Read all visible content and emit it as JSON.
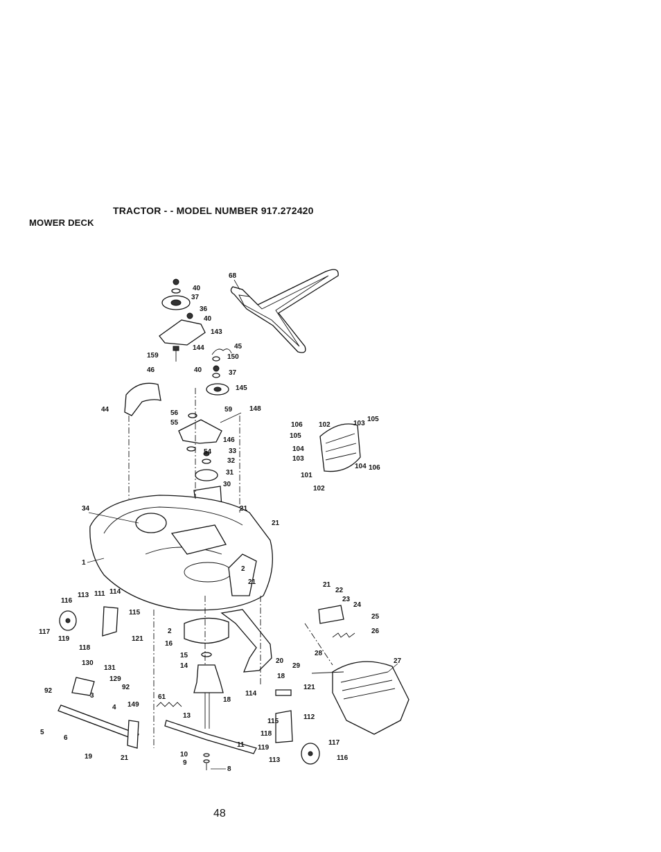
{
  "header": {
    "title": "TRACTOR - - MODEL NUMBER 917.272420",
    "section": "MOWER DECK"
  },
  "page_number": "48",
  "callouts": [
    {
      "id": "c68",
      "label": "68"
    },
    {
      "id": "c40a",
      "label": "40"
    },
    {
      "id": "c37a",
      "label": "37"
    },
    {
      "id": "c36",
      "label": "36"
    },
    {
      "id": "c40b",
      "label": "40"
    },
    {
      "id": "c143",
      "label": "143"
    },
    {
      "id": "c144",
      "label": "144"
    },
    {
      "id": "c45",
      "label": "45"
    },
    {
      "id": "c150",
      "label": "150"
    },
    {
      "id": "c159",
      "label": "159"
    },
    {
      "id": "c46",
      "label": "46"
    },
    {
      "id": "c40c",
      "label": "40"
    },
    {
      "id": "c37b",
      "label": "37"
    },
    {
      "id": "c145",
      "label": "145"
    },
    {
      "id": "c44",
      "label": "44"
    },
    {
      "id": "c56",
      "label": "56"
    },
    {
      "id": "c59",
      "label": "59"
    },
    {
      "id": "c148",
      "label": "148"
    },
    {
      "id": "c55",
      "label": "55"
    },
    {
      "id": "c146",
      "label": "146"
    },
    {
      "id": "c54",
      "label": "54"
    },
    {
      "id": "c33",
      "label": "33"
    },
    {
      "id": "c32",
      "label": "32"
    },
    {
      "id": "c31",
      "label": "31"
    },
    {
      "id": "c30",
      "label": "30"
    },
    {
      "id": "c106a",
      "label": "106"
    },
    {
      "id": "c102a",
      "label": "102"
    },
    {
      "id": "c103a",
      "label": "103"
    },
    {
      "id": "c105a",
      "label": "105"
    },
    {
      "id": "c105b",
      "label": "105"
    },
    {
      "id": "c104a",
      "label": "104"
    },
    {
      "id": "c103b",
      "label": "103"
    },
    {
      "id": "c104b",
      "label": "104"
    },
    {
      "id": "c106b",
      "label": "106"
    },
    {
      "id": "c101",
      "label": "101"
    },
    {
      "id": "c102b",
      "label": "102"
    },
    {
      "id": "c34",
      "label": "34"
    },
    {
      "id": "c21a",
      "label": "21"
    },
    {
      "id": "c21b",
      "label": "21"
    },
    {
      "id": "c1",
      "label": "1"
    },
    {
      "id": "c2a",
      "label": "2"
    },
    {
      "id": "c21c",
      "label": "21"
    },
    {
      "id": "c21d",
      "label": "21"
    },
    {
      "id": "c22",
      "label": "22"
    },
    {
      "id": "c23",
      "label": "23"
    },
    {
      "id": "c24",
      "label": "24"
    },
    {
      "id": "c25",
      "label": "25"
    },
    {
      "id": "c26",
      "label": "26"
    },
    {
      "id": "c116a",
      "label": "116"
    },
    {
      "id": "c113a",
      "label": "113"
    },
    {
      "id": "c111",
      "label": "111"
    },
    {
      "id": "c114a",
      "label": "114"
    },
    {
      "id": "c115a",
      "label": "115"
    },
    {
      "id": "c117a",
      "label": "117"
    },
    {
      "id": "c119a",
      "label": "119"
    },
    {
      "id": "c121a",
      "label": "121"
    },
    {
      "id": "c2b",
      "label": "2"
    },
    {
      "id": "c118a",
      "label": "118"
    },
    {
      "id": "c16",
      "label": "16"
    },
    {
      "id": "c15",
      "label": "15"
    },
    {
      "id": "c20",
      "label": "20"
    },
    {
      "id": "c28",
      "label": "28"
    },
    {
      "id": "c27",
      "label": "27"
    },
    {
      "id": "c29",
      "label": "29"
    },
    {
      "id": "c130",
      "label": "130"
    },
    {
      "id": "c131",
      "label": "131"
    },
    {
      "id": "c14",
      "label": "14"
    },
    {
      "id": "c129",
      "label": "129"
    },
    {
      "id": "c92a",
      "label": "92"
    },
    {
      "id": "c92b",
      "label": "92"
    },
    {
      "id": "c3",
      "label": "3"
    },
    {
      "id": "c18a",
      "label": "18"
    },
    {
      "id": "c18b",
      "label": "18"
    },
    {
      "id": "c114b",
      "label": "114"
    },
    {
      "id": "c121b",
      "label": "121"
    },
    {
      "id": "c61",
      "label": "61"
    },
    {
      "id": "c4",
      "label": "4"
    },
    {
      "id": "c149",
      "label": "149"
    },
    {
      "id": "c5",
      "label": "5"
    },
    {
      "id": "c6",
      "label": "6"
    },
    {
      "id": "c13",
      "label": "13"
    },
    {
      "id": "c115b",
      "label": "115"
    },
    {
      "id": "c112",
      "label": "112"
    },
    {
      "id": "c118b",
      "label": "118"
    },
    {
      "id": "c11",
      "label": "11"
    },
    {
      "id": "c117b",
      "label": "117"
    },
    {
      "id": "c119b",
      "label": "119"
    },
    {
      "id": "c19",
      "label": "19"
    },
    {
      "id": "c21e",
      "label": "21"
    },
    {
      "id": "c10",
      "label": "10"
    },
    {
      "id": "c9",
      "label": "9"
    },
    {
      "id": "c113b",
      "label": "113"
    },
    {
      "id": "c116b",
      "label": "116"
    },
    {
      "id": "c8",
      "label": "8"
    }
  ]
}
